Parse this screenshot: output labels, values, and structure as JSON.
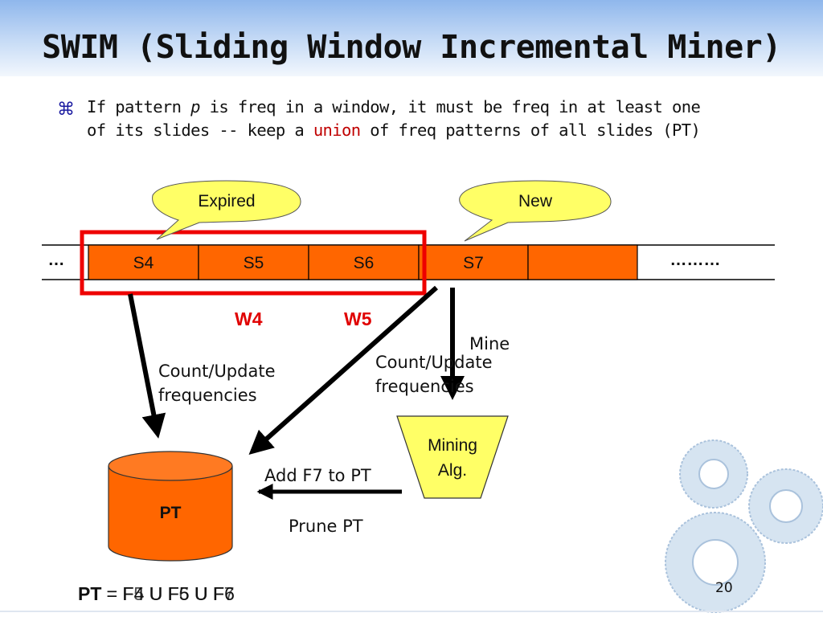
{
  "slide": {
    "title": "SWIM (Sliding Window Incremental Miner)",
    "bullet": {
      "line1_pre": "If pattern ",
      "line1_var": "p",
      "line1_post": " is freq in a window, it must be freq in at least one",
      "line2_pre": "of its slides -- keep a ",
      "line2_highlight": "union",
      "line2_post": " of freq patterns of all slides (PT)"
    },
    "callouts": {
      "expired": "Expired",
      "new": "New"
    },
    "stream": {
      "left_ellipsis": "…",
      "right_ellipsis": "………",
      "slides": [
        "S4",
        "S5",
        "S6",
        "S7",
        ""
      ]
    },
    "windows": {
      "w4": "W4",
      "w5": "W5"
    },
    "labels": {
      "count_update_left_1": "Count/Update",
      "count_update_left_2": "frequencies",
      "mine": "Mine",
      "count_update_right_1": "Count/Update",
      "count_update_right_2": "frequencies",
      "mining_alg_1": "Mining",
      "mining_alg_2": "Alg.",
      "add_f7": "Add F7 to PT",
      "prune": "Prune PT",
      "pt": "PT",
      "formula_bold": "PT",
      "formula_rest": " = F4 U F5 U F6",
      "formula_overlay": "PT = F5 U F6 U F7"
    },
    "page_number": "20",
    "colors": {
      "slide_fill": "#ff6600",
      "window_border": "#ee0000",
      "callout_fill": "#ffff66",
      "highlight_text": "#c00000",
      "window_label": "#e00000"
    }
  }
}
